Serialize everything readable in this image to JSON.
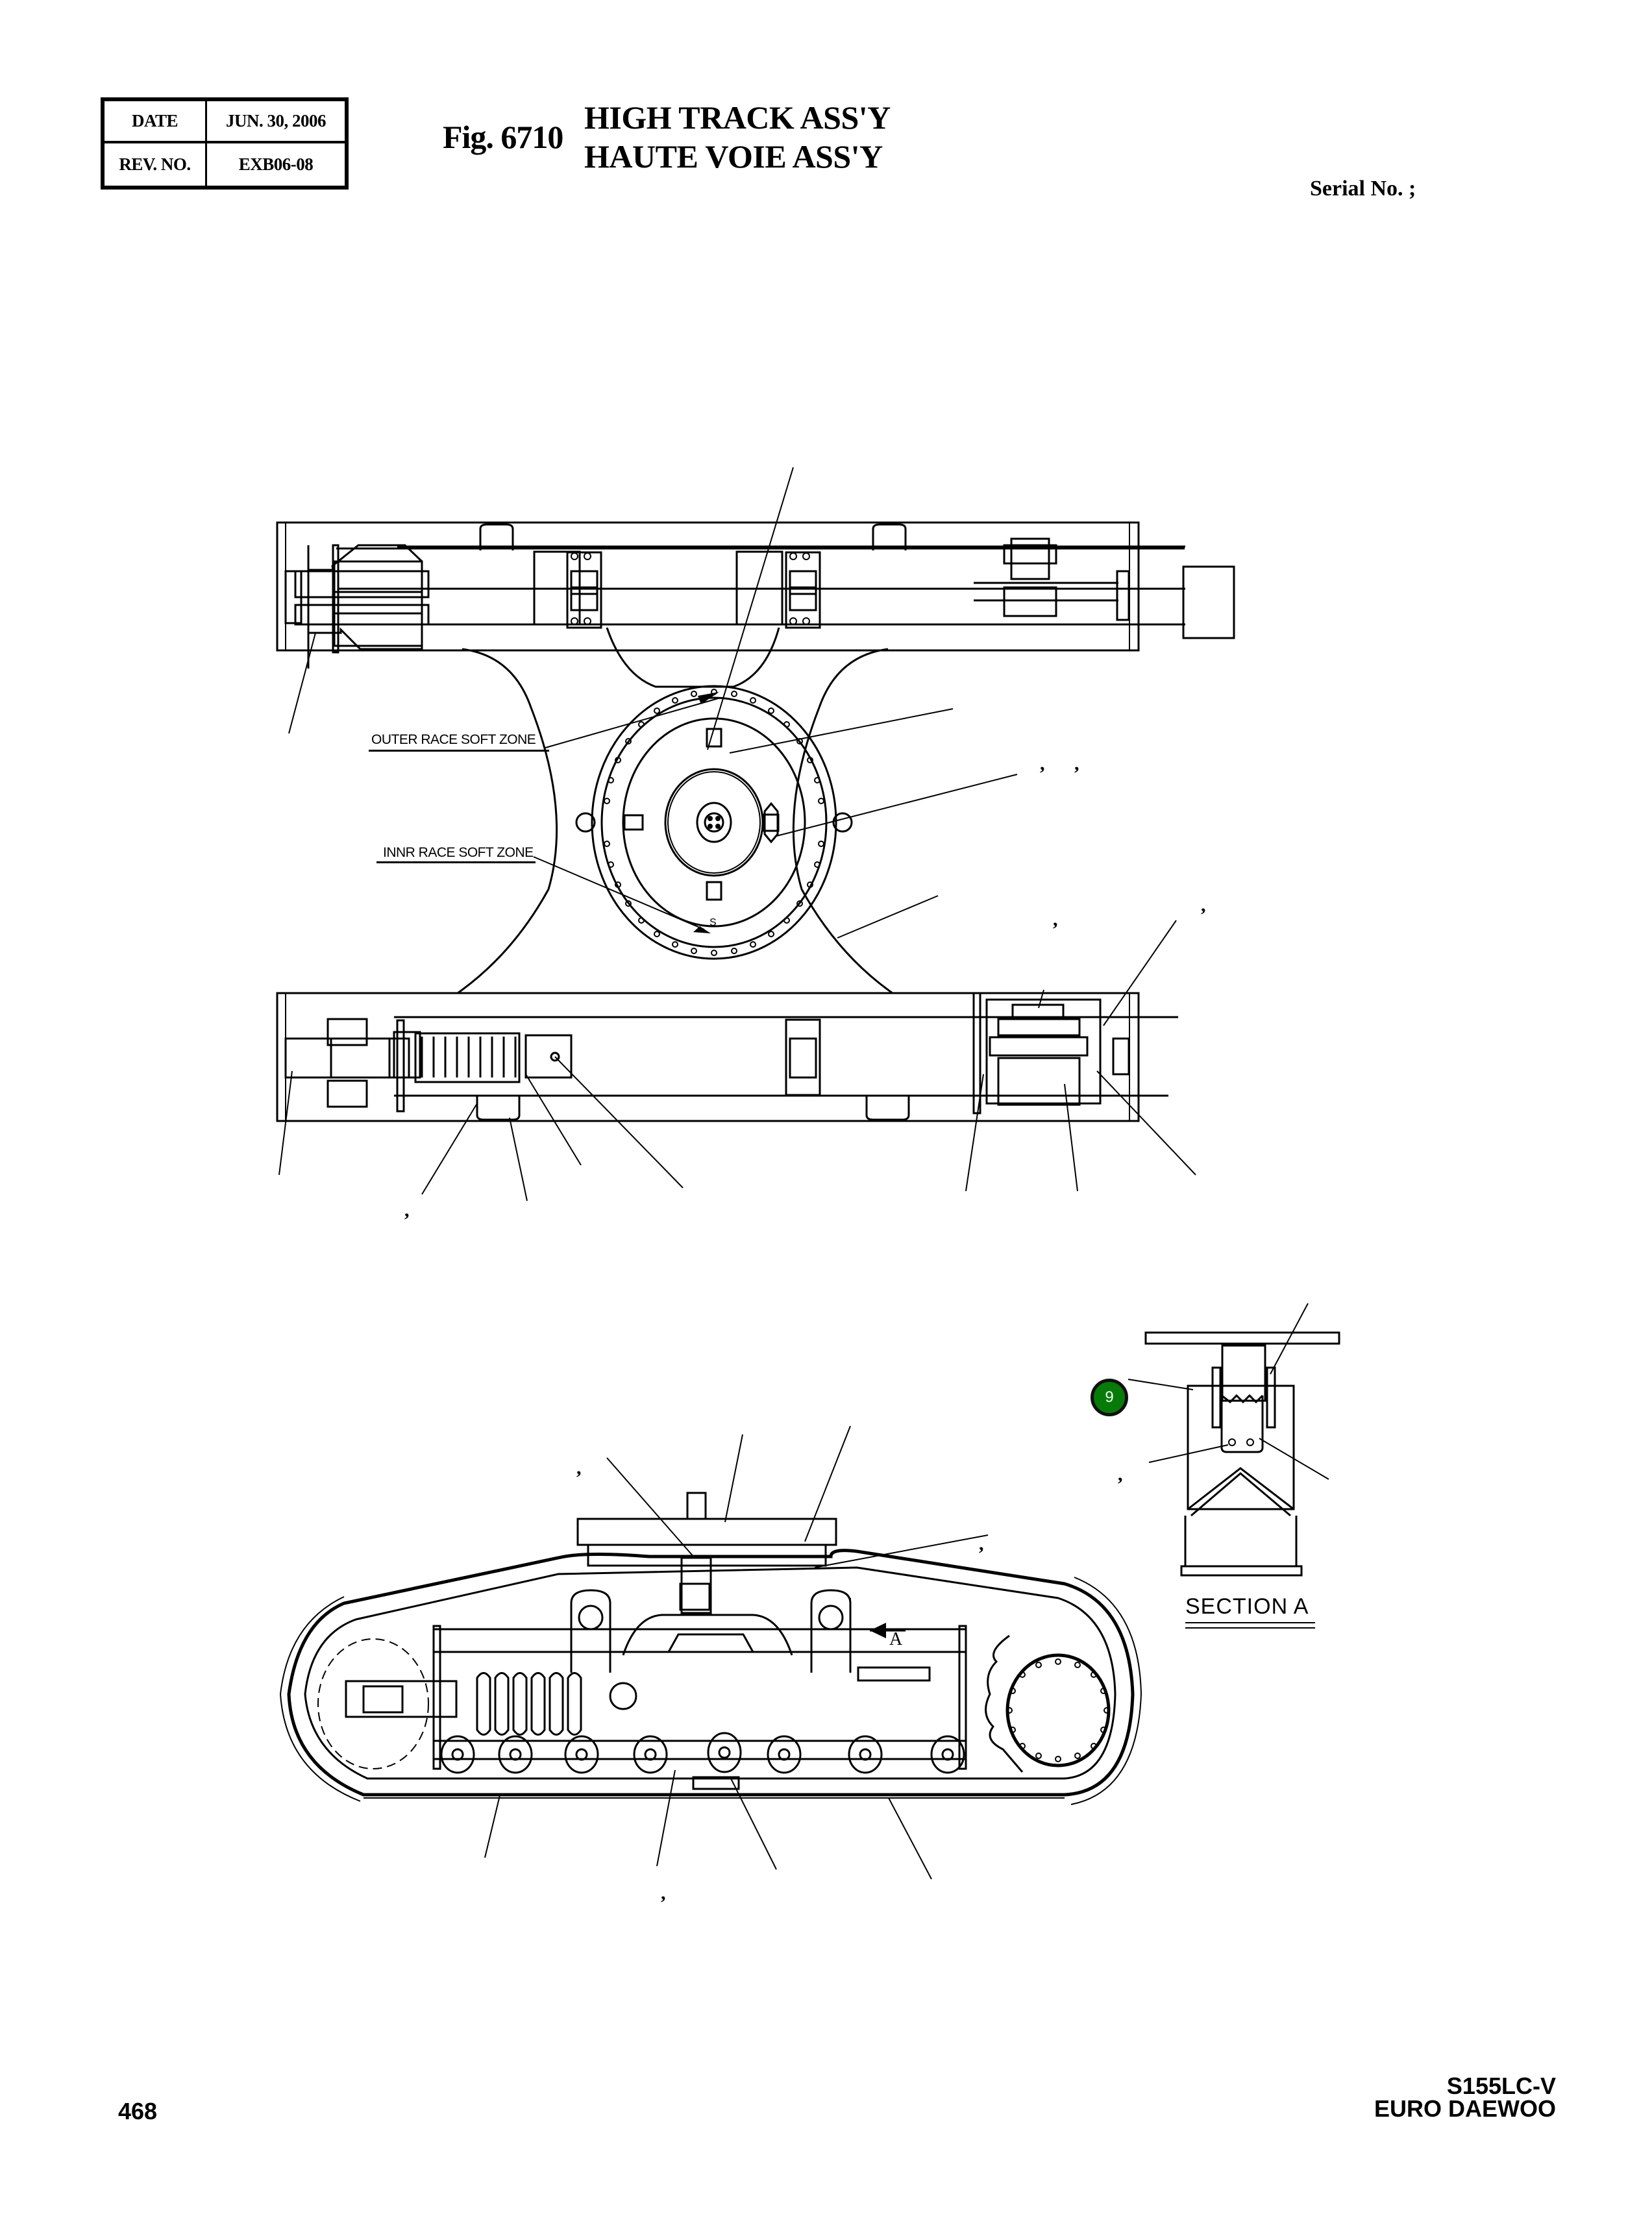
{
  "header": {
    "revision_box": {
      "date_label": "DATE",
      "date_value": "JUN. 30, 2006",
      "rev_label": "REV. NO.",
      "rev_value": "EXB06-08"
    },
    "figure_number": "Fig. 6710",
    "title_en": "HIGH TRACK ASS'Y",
    "title_fr": "HAUTE VOIE ASS'Y",
    "serial_no": "Serial No. ;"
  },
  "drawing": {
    "top_view": {
      "notes": [
        {
          "id": "outer-race",
          "text": "OUTER RACE SOFT ZONE"
        },
        {
          "id": "inner-race",
          "text": "INNR RACE SOFT ZONE"
        }
      ],
      "bearing_marker": "S",
      "leader_separators": [
        ",",
        ",",
        ",",
        ",",
        ","
      ]
    },
    "section_view": {
      "label": "SECTION   A",
      "callout": {
        "number": "9",
        "color": "#087a0a"
      },
      "leader_separators": [
        ","
      ]
    },
    "side_view": {
      "section_marker": "A",
      "leader_separators": [
        ",",
        ",",
        ","
      ]
    }
  },
  "footer": {
    "page_number": "468",
    "model": "S155LC-V",
    "manufacturer": "EURO DAEWOO"
  },
  "colors": {
    "callout_fill": "#087a0a",
    "line": "#000000",
    "background": "#ffffff"
  }
}
